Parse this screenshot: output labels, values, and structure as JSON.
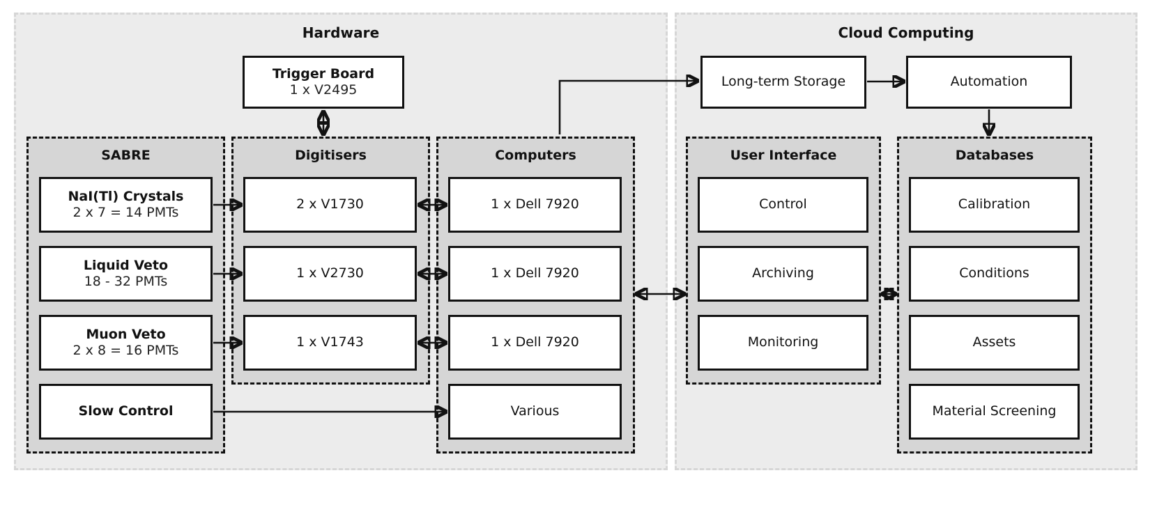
{
  "panels": [
    {
      "key": "hardware",
      "title": "Hardware"
    },
    {
      "key": "cloud",
      "title": "Cloud Computing"
    }
  ],
  "groups": [
    {
      "key": "sabre",
      "title": "SABRE"
    },
    {
      "key": "digitisers",
      "title": "Digitisers"
    },
    {
      "key": "computers",
      "title": "Computers"
    },
    {
      "key": "ui",
      "title": "User Interface"
    },
    {
      "key": "databases",
      "title": "Databases"
    }
  ],
  "hardware": {
    "title": "Hardware",
    "trigger_board": {
      "line1": "Trigger Board",
      "line2": "1 x V2495"
    },
    "sabre": {
      "title": "SABRE",
      "items": [
        {
          "line1": "NaI(Tl) Crystals",
          "line2": "2 x 7 = 14 PMTs"
        },
        {
          "line1": "Liquid Veto",
          "line2": "18 - 32 PMTs"
        },
        {
          "line1": "Muon Veto",
          "line2": "2 x 8 = 16 PMTs"
        },
        {
          "line1": "Slow Control",
          "line2": ""
        }
      ]
    },
    "digitisers": {
      "title": "Digitisers",
      "items": [
        {
          "line1": "2 x V1730"
        },
        {
          "line1": "1 x V2730"
        },
        {
          "line1": "1 x V1743"
        }
      ]
    },
    "computers": {
      "title": "Computers",
      "items": [
        {
          "line1": "1 x Dell 7920"
        },
        {
          "line1": "1 x Dell 7920"
        },
        {
          "line1": "1 x Dell 7920"
        },
        {
          "line1": "Various"
        }
      ]
    }
  },
  "cloud": {
    "title": "Cloud Computing",
    "long_term_storage": {
      "line1": "Long-term Storage"
    },
    "automation": {
      "line1": "Automation"
    },
    "ui": {
      "title": "User Interface",
      "items": [
        {
          "line1": "Control"
        },
        {
          "line1": "Archiving"
        },
        {
          "line1": "Monitoring"
        }
      ]
    },
    "databases": {
      "title": "Databases",
      "items": [
        {
          "line1": "Calibration"
        },
        {
          "line1": "Conditions"
        },
        {
          "line1": "Assets"
        },
        {
          "line1": "Material Screening"
        }
      ]
    }
  },
  "colors": {
    "panel_bg": "#ececec",
    "panel_border": "#d6d6d6",
    "group_bg": "#d6d6d6",
    "group_border": "#111111",
    "node_bg": "#ffffff",
    "node_border": "#111111",
    "text": "#111111",
    "page_bg": "#ffffff"
  }
}
